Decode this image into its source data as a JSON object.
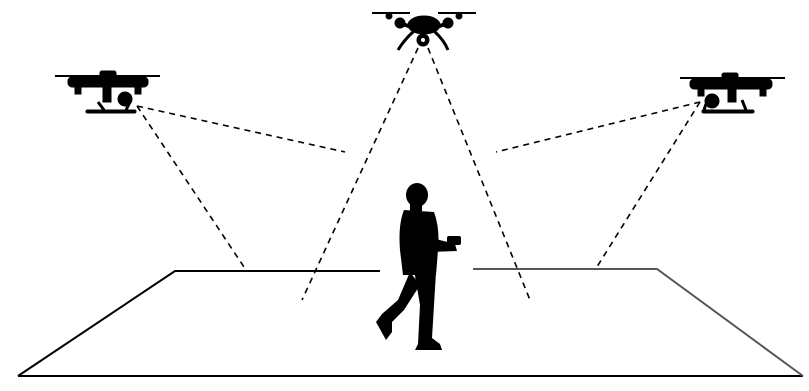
{
  "scene": {
    "drones": [
      {
        "id": "drone-left",
        "icon": "drone-side-icon"
      },
      {
        "id": "drone-center",
        "icon": "drone-top-icon"
      },
      {
        "id": "drone-right",
        "icon": "drone-side-icon"
      }
    ],
    "subject": {
      "icon": "walking-person-icon"
    },
    "ground": {
      "shape": "trapezoid"
    },
    "sight_lines": {
      "style": "dashed",
      "count": 6
    }
  },
  "colors": {
    "stroke": "#000000",
    "background": "#ffffff"
  }
}
